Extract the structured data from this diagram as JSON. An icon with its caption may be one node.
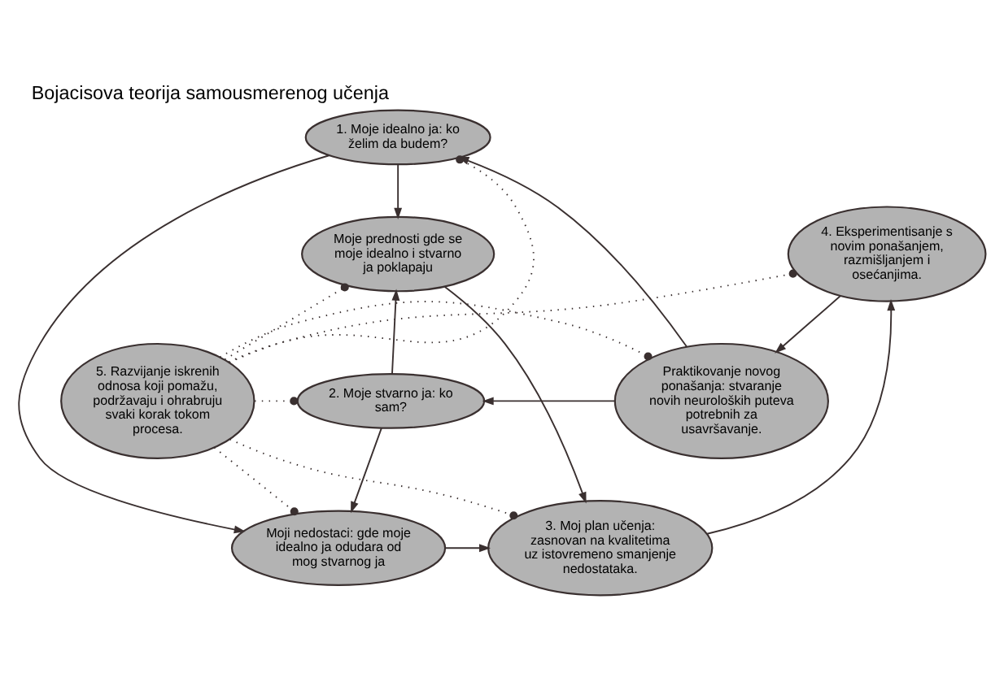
{
  "diagram": {
    "title": "Bojacisova teorija samousmerenog učenja",
    "nodes": [
      {
        "text": [
          "1. Moje idealno ja: ko želim da budem?"
        ]
      },
      {
        "text": [
          "Praktikovanje novog ponašanja: stvaranje novih neuroloških puteva potrebnih za usavršavanje."
        ]
      },
      {
        "text": [
          "2. Moje stvarno ja: ko sam?"
        ]
      },
      {
        "text": [
          "5. Razvijanje iskrenih odnosa koji pomažu, podržavaju i ohrabruju svaki korak tokom procesa."
        ]
      },
      {
        "text": [
          "Moje prednosti gde se moje idealno i stvarno ja poklapaju"
        ]
      },
      {
        "text": [
          "4. Eksperimentisanje s novim ponašanjem, razmišljanjem i osećanjima."
        ]
      },
      {
        "text": [
          "3. Moj plan učenja: zasnovan na kvalitetima uz istovremeno smanjenje nedostataka."
        ]
      },
      {
        "text": [
          "Moji nedostaci: gde moje idealno ja odudara od mog stvarnog ja"
        ]
      }
    ],
    "edges": [
      {
        "from": 1,
        "to": 0,
        "arrow": "to"
      },
      {
        "from": 1,
        "to": 2,
        "arrow": "to"
      },
      {
        "from": 0,
        "to": 4,
        "arrow": "to"
      },
      {
        "from": 0,
        "to": 7,
        "arrow": "to"
      },
      {
        "from": 2,
        "to": 4,
        "arrow": "to"
      },
      {
        "from": 2,
        "to": 7,
        "arrow": "to"
      },
      {
        "from": 4,
        "to": 6,
        "arrow": "to"
      },
      {
        "from": 7,
        "to": 6,
        "arrow": "to"
      },
      {
        "from": 6,
        "to": 5,
        "arrow": "to"
      },
      {
        "from": 5,
        "to": 1,
        "arrow": "to"
      },
      {
        "from": 3,
        "to": 0,
        "arrow": "other",
        "style": "dashed"
      },
      {
        "from": 3,
        "to": 2,
        "arrow": "other",
        "style": "dashed"
      },
      {
        "from": 3,
        "to": 1,
        "arrow": "other",
        "style": "dashed"
      },
      {
        "from": 3,
        "to": 4,
        "arrow": "other",
        "style": "dashed"
      },
      {
        "from": 3,
        "to": 5,
        "arrow": "other",
        "style": "dashed"
      },
      {
        "from": 3,
        "to": 7,
        "arrow": "other",
        "style": "dashed"
      },
      {
        "from": 3,
        "to": 6,
        "arrow": "other",
        "style": "dashed"
      }
    ]
  }
}
